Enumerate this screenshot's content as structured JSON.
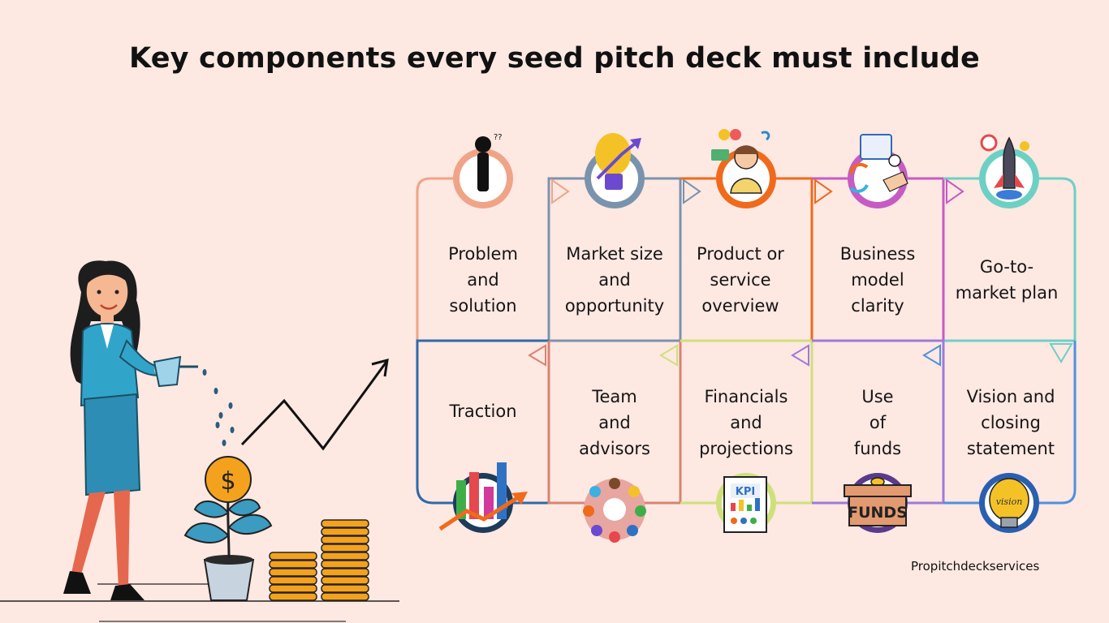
{
  "title": "Key components every seed pitch deck must include",
  "colors": {
    "background": "#fde8e2",
    "step1": "#f0a487",
    "step2": "#7a93ad",
    "step3": "#f06a1c",
    "step4": "#c55bc3",
    "step5": "#6dd0c5",
    "step6": "#d88373",
    "step7": "#cfe07a",
    "step8": "#9e7ad9",
    "step9": "#4d90e0",
    "step10": "#2e6aa8"
  },
  "steps": [
    {
      "label": "Problem\nand\nsolution",
      "icon": "confused-person-icon"
    },
    {
      "label": "Market size\nand\nopportunity",
      "icon": "lightbulb-growth-icon"
    },
    {
      "label": "Product or\nservice\noverview",
      "icon": "product-person-icon"
    },
    {
      "label": "Business\nmodel\nclarity",
      "icon": "business-model-icon"
    },
    {
      "label": "Go-to-\nmarket plan",
      "icon": "rocket-icon"
    },
    {
      "label": "Traction",
      "icon": "bar-chart-growth-icon"
    },
    {
      "label": "Team\nand\nadvisors",
      "icon": "team-circle-icon"
    },
    {
      "label": "Financials\nand\nprojections",
      "icon": "kpi-report-icon"
    },
    {
      "label": "Use\nof\nfunds",
      "icon": "funds-box-icon"
    },
    {
      "label": "Vision and\nclosing\nstatement",
      "icon": "vision-bulb-icon"
    }
  ],
  "brand": "Propitchdeckservices",
  "funds_box_text": "FUNDS",
  "kpi_text": "KPI",
  "vision_text": "vision"
}
